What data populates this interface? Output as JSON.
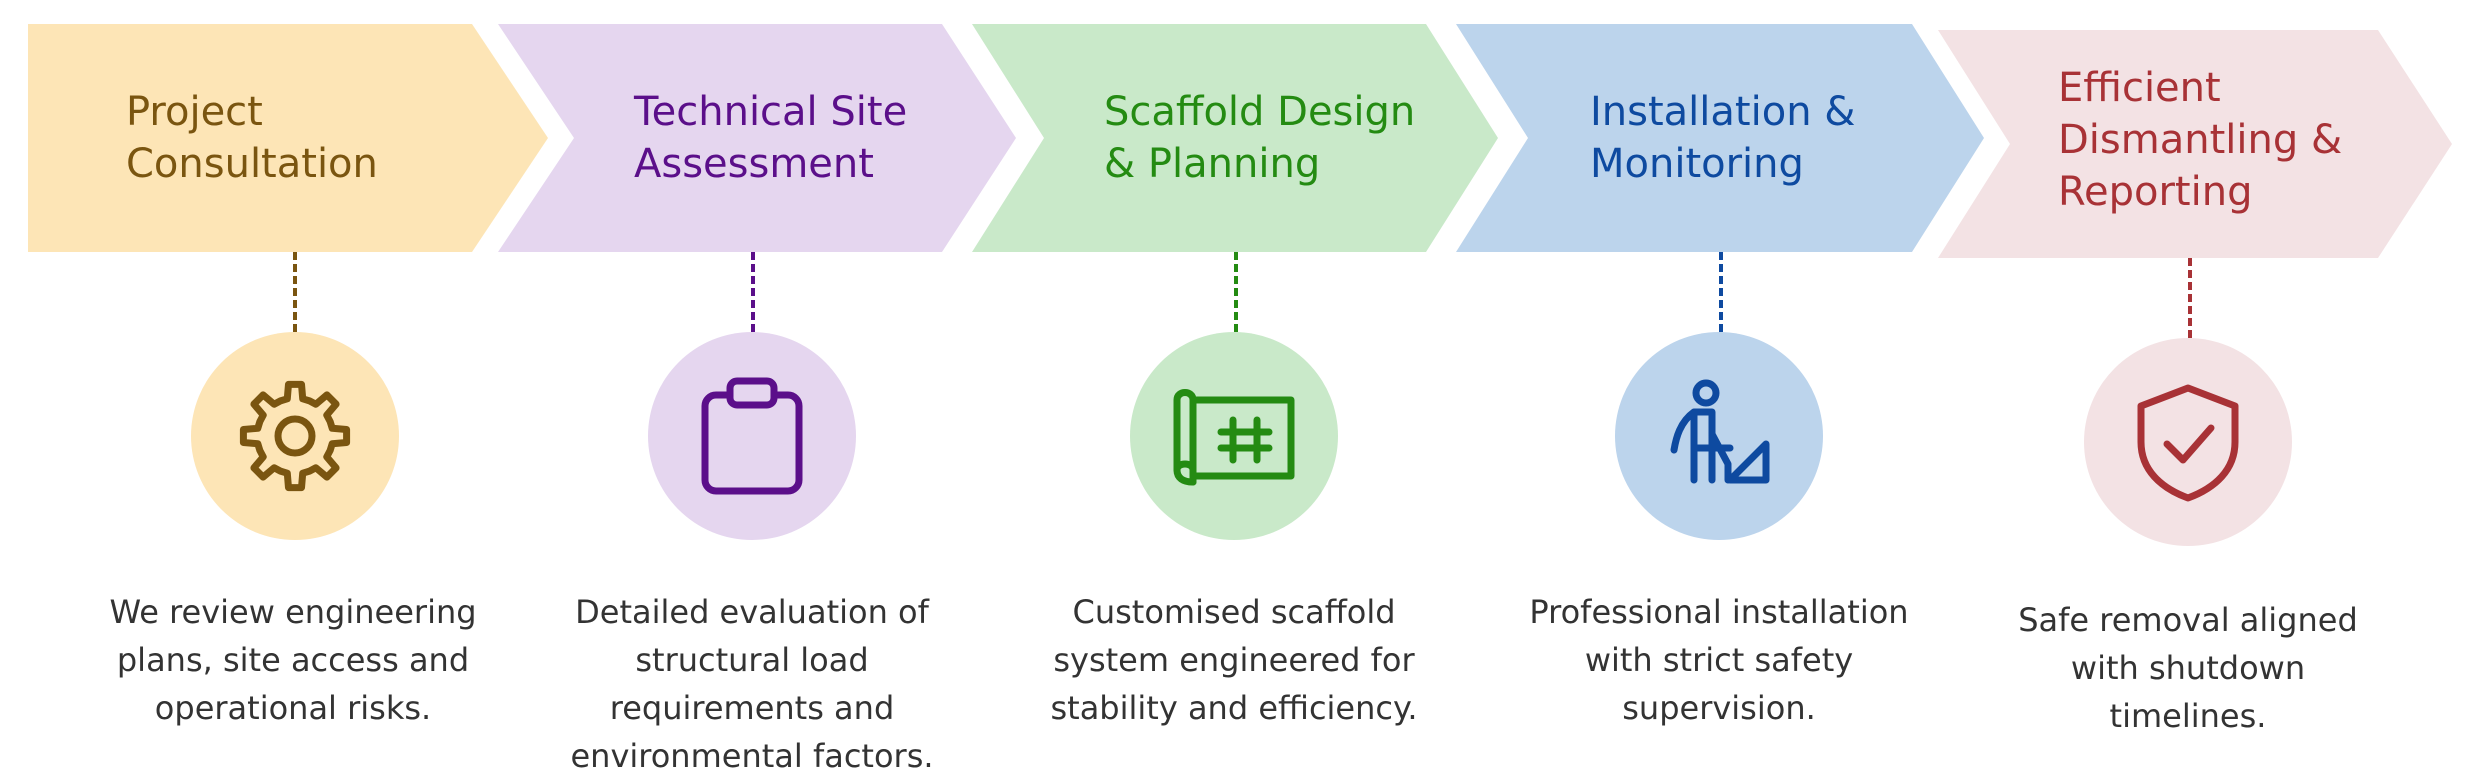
{
  "colors": {
    "step1": {
      "fill": "#fde5b6",
      "accent": "#7a5510"
    },
    "step2": {
      "fill": "#e5d6ef",
      "accent": "#5b0f8a"
    },
    "step3": {
      "fill": "#c9e9c9",
      "accent": "#248b12"
    },
    "step4": {
      "fill": "#bcd4ec",
      "accent": "#0e4aa0"
    },
    "step5": {
      "fill": "#f3e2e4",
      "accent": "#a83236"
    },
    "description_text": "#333333"
  },
  "steps": [
    {
      "title": "Project\nConsultation",
      "icon": "gear-icon",
      "description": "We review engineering plans, site access and operational risks."
    },
    {
      "title": "Technical Site\nAssessment",
      "icon": "clipboard-icon",
      "description": "Detailed evaluation of structural load requirements and environmental factors."
    },
    {
      "title": "Scaffold Design\n& Planning",
      "icon": "blueprint-icon",
      "description": "Customised scaffold system engineered for stability and efficiency."
    },
    {
      "title": "Installation &\nMonitoring",
      "icon": "worker-icon",
      "description": "Professional installation with strict safety supervision."
    },
    {
      "title": "Efficient\nDismantling &\nReporting",
      "icon": "shield-check-icon",
      "description": "Safe removal aligned with shutdown timelines."
    }
  ]
}
